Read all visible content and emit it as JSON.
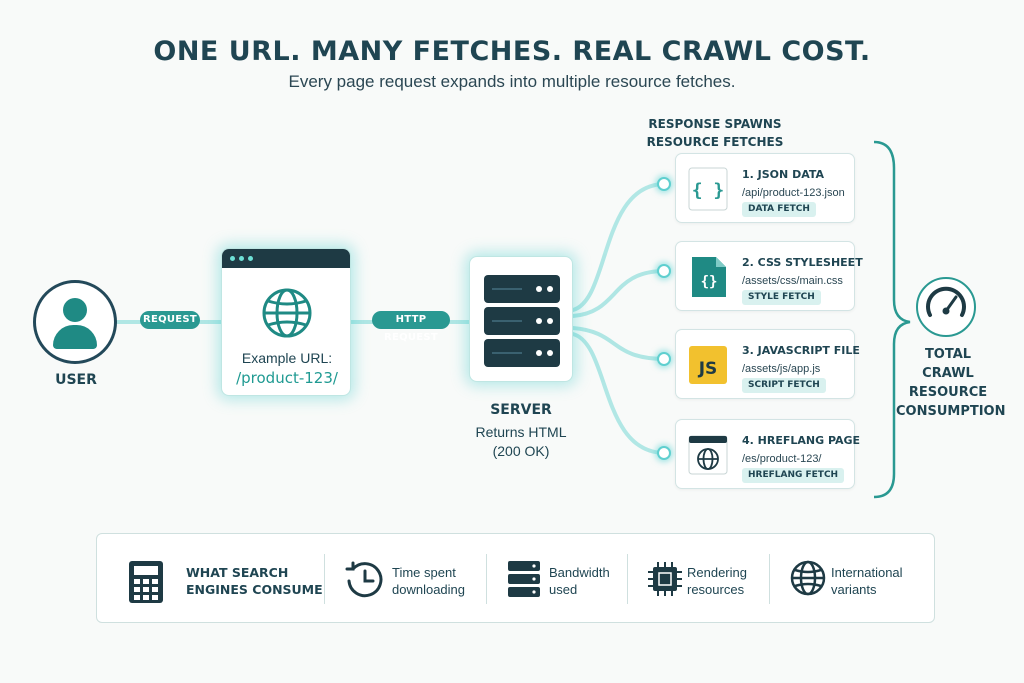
{
  "header": {
    "title": "ONE URL. MANY FETCHES. REAL CRAWL COST.",
    "subtitle": "Every page request expands into multiple resource fetches."
  },
  "user": {
    "label": "USER"
  },
  "request_pill": "REQUEST",
  "browser": {
    "url_label": "Example URL:",
    "url": "/product-123/"
  },
  "http_pill": "HTTP REQUEST",
  "server": {
    "label": "SERVER",
    "sub1": "Returns HTML",
    "sub2": "(200 OK)"
  },
  "spawn_label": {
    "line1": "RESPONSE SPAWNS",
    "line2": "RESOURCE FETCHES"
  },
  "fetches": [
    {
      "title": "1. JSON DATA",
      "path": "/api/product-123.json",
      "tag": "DATA FETCH",
      "icon": "json-braces-icon"
    },
    {
      "title": "2. CSS STYLESHEET",
      "path": "/assets/css/main.css",
      "tag": "STYLE FETCH",
      "icon": "css-file-icon"
    },
    {
      "title": "3. JAVASCRIPT FILE",
      "path": "/assets/js/app.js",
      "tag": "SCRIPT FETCH",
      "icon": "js-icon",
      "icon_text": "JS"
    },
    {
      "title": "4. HREFLANG PAGE",
      "path": "/es/product-123/",
      "tag": "HREFLANG FETCH",
      "icon": "globe-page-icon"
    }
  ],
  "total": {
    "line1": "TOTAL",
    "line2": "CRAWL",
    "line3": "RESOURCE",
    "line4": "CONSUMPTION"
  },
  "bottom": {
    "heading": {
      "line1": "WHAT SEARCH",
      "line2": "ENGINES CONSUME"
    },
    "items": [
      {
        "line1": "Time spent",
        "line2": "downloading",
        "icon": "clock-icon"
      },
      {
        "line1": "Bandwidth",
        "line2": "used",
        "icon": "server-stack-icon"
      },
      {
        "line1": "Rendering",
        "line2": "resources",
        "icon": "cpu-chip-icon"
      },
      {
        "line1": "International",
        "line2": "variants",
        "icon": "globe-icon"
      }
    ]
  },
  "colors": {
    "teal": "#2a9992",
    "navy": "#1e3a44",
    "glow": "#5fcfcf",
    "js_yellow": "#f2c12e"
  }
}
